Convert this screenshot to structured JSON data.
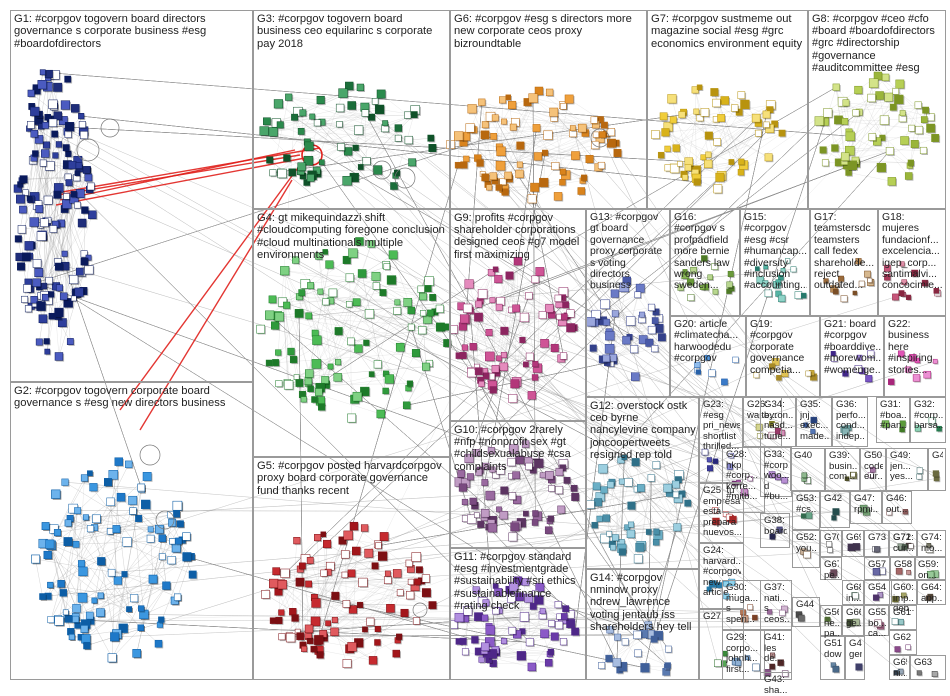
{
  "groups": [
    {
      "id": "G1",
      "label": "G1: #corpgov togovern board directors governance s corporate business #esg #boardofdirectors",
      "palette": [
        "#1f2d7a",
        "#2e3e9c",
        "#0a1a5c",
        "#4b5bc0",
        "#ffffff"
      ],
      "nodes": 160
    },
    {
      "id": "G2",
      "label": "G2: #corpgov togovern corporate board governance s #esg new directors business",
      "palette": [
        "#1e78c8",
        "#3b97e0",
        "#0d5ea6",
        "#6db3ec",
        "#ffffff"
      ],
      "nodes": 170
    },
    {
      "id": "G3",
      "label": "G3: #corpgov togovern board business ceo equilarinc s corporate pay 2018",
      "palette": [
        "#1b6e3a",
        "#2a8a4c",
        "#0f5229",
        "#4aa66a",
        "#ffffff"
      ],
      "nodes": 70
    },
    {
      "id": "G4",
      "label": "G4: gt mikequindazzi shift #cloudcomputing foregone conclusion #cloud multinationals multiple environments",
      "palette": [
        "#2f9a3c",
        "#4cbb55",
        "#1d7a29",
        "#7fd183",
        "#ffffff"
      ],
      "nodes": 110
    },
    {
      "id": "G5",
      "label": "G5: #corpgov posted harvardcorpgov proxy board corporate governance fund thanks recent",
      "palette": [
        "#a3161b",
        "#c62a2f",
        "#7c0f13",
        "#e05a5e",
        "#ffffff"
      ],
      "nodes": 100
    },
    {
      "id": "G6",
      "label": "G6: #corpgov #esg s directors more new corporate ceos proxy bizroundtable",
      "palette": [
        "#d9831c",
        "#efa03c",
        "#b8680f",
        "#f5c27a",
        "#ffffff"
      ],
      "nodes": 90
    },
    {
      "id": "G7",
      "label": "G7: #corpgov sustmeme out magazine social #esg #grc economics environment equity",
      "palette": [
        "#d8b21a",
        "#f0cd3a",
        "#b8930e",
        "#f6e07a",
        "#ffffff"
      ],
      "nodes": 60
    },
    {
      "id": "G8",
      "label": "G8: #corpgov #ceo #cfo #board #boardofdirectors #grc #directorship #governance #auditcommittee #esg",
      "palette": [
        "#9ab53a",
        "#b6cf55",
        "#7c9524",
        "#d3e389",
        "#ffffff"
      ],
      "nodes": 60
    },
    {
      "id": "G9",
      "label": "G9: profits #corpgov shareholder corporations designed ceos #g7 model first maximizing",
      "palette": [
        "#b3367a",
        "#cf5596",
        "#8c2560",
        "#e58bbd",
        "#ffffff"
      ],
      "nodes": 80
    },
    {
      "id": "G10",
      "label": "G10: #corpgov 2rarely #nfp #nonprofit sex #gt #childsexualabuse #csa complaints",
      "palette": [
        "#7a4a80",
        "#9a6aa0",
        "#5c3462",
        "#c09cc4",
        "#ffffff"
      ],
      "nodes": 70
    },
    {
      "id": "G11",
      "label": "G11: #corpgov standard #esg #investmentgrade #sustainability #sri ethics #sustainablefinance #rating check",
      "palette": [
        "#6a3aa8",
        "#8b5ac7",
        "#4e2788",
        "#b290e0",
        "#ffffff"
      ],
      "nodes": 70
    },
    {
      "id": "G12",
      "label": "G12: overstock ostk ceo byrne nancylevine company joncoopertweets resigned rep told",
      "palette": [
        "#4a8fa8",
        "#6aafc6",
        "#2f7088",
        "#9ccfe0",
        "#ffffff"
      ],
      "nodes": 50
    },
    {
      "id": "G13",
      "label": "G13: #corpgov gt board governance proxy corporate s voting directors business",
      "palette": [
        "#4a5aa8",
        "#6a7ac6",
        "#33408a",
        "#9aa6dc",
        "#ffffff"
      ],
      "nodes": 40
    },
    {
      "id": "G14",
      "label": "G14: #corpgov nminow proxy ndrew_lawrence voting jentaub iss shareholders hey tell",
      "palette": [
        "#5a7ab0",
        "#7a98cc",
        "#40609a",
        "#a8bde0",
        "#ffffff"
      ],
      "nodes": 20
    },
    {
      "id": "G15",
      "label": "G15: #corpgov #esg #csr #humancap... #diversity #inclusion #accounting...",
      "palette": [
        "#3a9a8a",
        "#55b5a5",
        "#267a6c",
        "#8fd3c8",
        "#ffffff"
      ],
      "nodes": 16
    },
    {
      "id": "G16",
      "label": "G16: #corpgov s profpadfield more bernie sanders law wrong sweden...",
      "palette": [
        "#6a9a3a",
        "#88b555",
        "#4e7a26",
        "#b8d68f",
        "#ffffff"
      ],
      "nodes": 16
    },
    {
      "id": "G17",
      "label": "G17: teamstersdc teamsters call fedex shareholde... reject outdated...",
      "palette": [
        "#9a6a3a",
        "#b58855",
        "#7a4e26",
        "#d6b88f",
        "#ffffff"
      ],
      "nodes": 12
    },
    {
      "id": "G18",
      "label": "G18: mujeres fundacionf... excelencia... igep_corp... santimalvi... concocimie...",
      "palette": [
        "#a83a5a",
        "#c6557a",
        "#882640",
        "#e08fa8",
        "#ffffff"
      ],
      "nodes": 12
    },
    {
      "id": "G19",
      "label": "G19: #corpgov corporate governance competia...",
      "palette": [
        "#c8a83a",
        "#e0c255",
        "#a88a26",
        "#ecd98f",
        "#ffffff"
      ],
      "nodes": 8
    },
    {
      "id": "G20",
      "label": "G20: article #climatecha... harwoodedu #corpgov",
      "palette": [
        "#3a7ac8",
        "#559ae0",
        "#2660a8",
        "#8fbcec",
        "#ffffff"
      ],
      "nodes": 8
    },
    {
      "id": "G21",
      "label": "G21: board #corpgov #boarddive... #morewom... #womenge...",
      "palette": [
        "#5a3aa8",
        "#7a55c6",
        "#402688",
        "#a88fe0",
        "#ffffff"
      ],
      "nodes": 8
    },
    {
      "id": "G22",
      "label": "G22: business here #inspiring stories...",
      "palette": [
        "#c83a9a",
        "#e055b5",
        "#a8267a",
        "#ec8fd3",
        "#ffffff"
      ],
      "nodes": 8
    },
    {
      "id": "G23",
      "label": "G23: #esg pri_news shortlist thrilled...",
      "palette": [
        "#3a3a9a",
        "#5555b5",
        "#26267a",
        "#8f8fd3",
        "#ffffff"
      ],
      "nodes": 6
    },
    {
      "id": "G24",
      "label": "G24: harvard... #corpgov new article...",
      "palette": [
        "#3a9ac8",
        "#55b5e0",
        "#267aa8",
        "#8fd3ec",
        "#ffffff"
      ],
      "nodes": 6
    },
    {
      "id": "G25",
      "label": "G25: tu empresa está prepara nuevos...",
      "palette": [
        "#c83a3a",
        "#e05555",
        "#a82626",
        "#ec8f8f",
        "#ffffff"
      ],
      "nodes": 6
    },
    {
      "id": "G26",
      "label": "G26: waite...",
      "palette": [
        "#9a9a3a",
        "#b5b555",
        "#7a7a26",
        "#d3d38f",
        "#ffffff"
      ],
      "nodes": 4
    },
    {
      "id": "G27",
      "label": "G27:",
      "palette": [
        "#3a8a3a",
        "#55a555",
        "#266a26",
        "#8fc88f",
        "#ffffff"
      ],
      "nodes": 4
    },
    {
      "id": "G28",
      "label": "G28: hkp #corp... korre... #mitb...",
      "palette": [
        "#8a3a8a",
        "#a555a5",
        "#6a266a",
        "#c88fc8",
        "#ffffff"
      ],
      "nodes": 4
    },
    {
      "id": "G29",
      "label": "G29: corpo... johnh... first...",
      "palette": [
        "#3a6a9a",
        "#5585b5",
        "#264e7a",
        "#8fb0d3",
        "#ffffff"
      ],
      "nodes": 4
    },
    {
      "id": "G30",
      "label": "G30: muga... s spen...",
      "palette": [
        "#9a5a3a",
        "#b57755",
        "#7a4026",
        "#d3a88f",
        "#ffffff"
      ],
      "nodes": 4
    },
    {
      "id": "G31",
      "label": "G31: #boa... #pan...",
      "palette": [
        "#5a9a3a",
        "#77b555",
        "#407a26",
        "#a8d38f",
        "#ffffff"
      ],
      "nodes": 3
    },
    {
      "id": "G32",
      "label": "G32: #corp... barsa...",
      "palette": [
        "#3a9a6a",
        "#55b588",
        "#267a4e",
        "#8fd3b8",
        "#ffffff"
      ],
      "nodes": 3
    },
    {
      "id": "G33",
      "label": "G33: #corp... woo... d #bu...",
      "palette": [
        "#6a3a9a",
        "#8855b5",
        "#4e267a",
        "#b88fd3",
        "#ffffff"
      ],
      "nodes": 3
    },
    {
      "id": "G34",
      "label": "G34: byron... nasd... tune...",
      "palette": [
        "#9a3a6a",
        "#b55588",
        "#7a264e",
        "#d38fb8",
        "#ffffff"
      ],
      "nodes": 3
    },
    {
      "id": "G35",
      "label": "G35: jnj exec... made...",
      "palette": [
        "#3a5a9a",
        "#5577b5",
        "#26407a",
        "#8fa8d3",
        "#ffffff"
      ],
      "nodes": 3
    },
    {
      "id": "G36",
      "label": "G36: perfo... cond... indep...",
      "palette": [
        "#6a9a9a",
        "#88b5b5",
        "#4e7a7a",
        "#b8d3d3",
        "#ffffff"
      ],
      "nodes": 3
    },
    {
      "id": "G37",
      "label": "G37: nati... s ceos...",
      "palette": [
        "#9a6a9a",
        "#b588b5",
        "#7a4e7a",
        "#d3b8d3",
        "#ffffff"
      ],
      "nodes": 3
    },
    {
      "id": "G38",
      "label": "G38: board",
      "palette": [
        "#3a3a6a",
        "#555588",
        "#26264e",
        "#8f8fb8",
        "#ffffff"
      ],
      "nodes": 3
    },
    {
      "id": "G39",
      "label": "G39: busin... com...",
      "palette": [
        "#6a6a3a",
        "#888855",
        "#4e4e26",
        "#b8b88f",
        "#ffffff"
      ],
      "nodes": 3
    },
    {
      "id": "G40",
      "label": "G40",
      "palette": [
        "#3a6a3a",
        "#558855",
        "#264e26",
        "#8fb88f",
        "#ffffff"
      ],
      "nodes": 3
    },
    {
      "id": "G41",
      "label": "G41: les dé...",
      "palette": [
        "#6a3a3a",
        "#885555",
        "#4e2626",
        "#b88f8f",
        "#ffffff"
      ],
      "nodes": 3
    },
    {
      "id": "G42",
      "label": "G42",
      "palette": [
        "#3a6a6a",
        "#558888",
        "#264e4e",
        "#8fb8b8",
        "#ffffff"
      ],
      "nodes": 2
    },
    {
      "id": "G43",
      "label": "G43: sha...",
      "palette": [
        "#6a3a6a",
        "#885588",
        "#4e264e",
        "#b88fb8",
        "#ffffff"
      ],
      "nodes": 2
    },
    {
      "id": "G44",
      "label": "G44",
      "palette": [
        "#4a4a4a",
        "#6a6a6a",
        "#333333",
        "#9a9a9a",
        "#ffffff"
      ],
      "nodes": 2
    },
    {
      "id": "G45",
      "label": "G45: gen...",
      "palette": [
        "#5a5a8a",
        "#7878a5",
        "#40406a",
        "#a8a8c8",
        "#ffffff"
      ],
      "nodes": 2
    },
    {
      "id": "G46",
      "label": "G46: out...",
      "palette": [
        "#8a5a5a",
        "#a57878",
        "#6a4040",
        "#c8a8a8",
        "#ffffff"
      ],
      "nodes": 2
    },
    {
      "id": "G47",
      "label": "G47: rpmi...",
      "palette": [
        "#5a8a5a",
        "#78a578",
        "#406a40",
        "#a8c8a8",
        "#ffffff"
      ],
      "nodes": 2
    },
    {
      "id": "G48",
      "label": "G48: ",
      "palette": [
        "#8a8a5a",
        "#a5a578",
        "#6a6a40",
        "#c8c8a8",
        "#ffffff"
      ],
      "nodes": 2
    },
    {
      "id": "G49",
      "label": "G49: jen... yes...",
      "palette": [
        "#5a8a8a",
        "#78a5a5",
        "#406a6a",
        "#a8c8c8",
        "#ffffff"
      ],
      "nodes": 2
    },
    {
      "id": "G50",
      "label": "G50: code eur...",
      "palette": [
        "#8a5a8a",
        "#a578a5",
        "#6a406a",
        "#c8a8c8",
        "#ffffff"
      ],
      "nodes": 2
    },
    {
      "id": "G51",
      "label": "G51: dow...",
      "palette": [
        "#4a6a8a",
        "#6888a5",
        "#334e6a",
        "#98b0c8",
        "#ffffff"
      ],
      "nodes": 2
    },
    {
      "id": "G52",
      "label": "G52: you...",
      "palette": [
        "#8a6a4a",
        "#a58868",
        "#6a4e33",
        "#c8b098",
        "#ffffff"
      ],
      "nodes": 2
    },
    {
      "id": "G53",
      "label": "G53: #cs...",
      "palette": [
        "#4a8a6a",
        "#68a588",
        "#336a4e",
        "#98c8b0",
        "#ffffff"
      ],
      "nodes": 2
    },
    {
      "id": "G54",
      "label": "G54",
      "palette": [
        "#6a4a8a",
        "#8868a5",
        "#4e336a",
        "#b098c8",
        "#ffffff"
      ],
      "nodes": 2
    },
    {
      "id": "G55",
      "label": "G55: bo... ca...",
      "palette": [
        "#8a4a6a",
        "#a56888",
        "#6a334e",
        "#c898b0",
        "#ffffff"
      ],
      "nodes": 2
    },
    {
      "id": "G56",
      "label": "G56: ne... pa...",
      "palette": [
        "#6a8a4a",
        "#88a568",
        "#4e6a33",
        "#b0c898",
        "#ffffff"
      ],
      "nodes": 2
    },
    {
      "id": "G57",
      "label": "G57",
      "palette": [
        "#4a4a8a",
        "#6868a5",
        "#33336a",
        "#9898c8",
        "#ffffff"
      ],
      "nodes": 2
    },
    {
      "id": "G58",
      "label": "G58",
      "palette": [
        "#8a4a4a",
        "#a56868",
        "#6a3333",
        "#c89898",
        "#ffffff"
      ],
      "nodes": 2
    },
    {
      "id": "G59",
      "label": "G59: on...",
      "palette": [
        "#4a8a4a",
        "#68a568",
        "#336a33",
        "#98c898",
        "#ffffff"
      ],
      "nodes": 2
    },
    {
      "id": "G60",
      "label": "G60: imp... deb...",
      "palette": [
        "#8a8a4a",
        "#a5a568",
        "#6a6a33",
        "#c8c898",
        "#ffffff"
      ],
      "nodes": 2
    },
    {
      "id": "G61",
      "label": "G61",
      "palette": [
        "#4a8a8a",
        "#68a5a5",
        "#336a6a",
        "#98c8c8",
        "#ffffff"
      ],
      "nodes": 2
    },
    {
      "id": "G62",
      "label": "G62",
      "palette": [
        "#8a4a8a",
        "#a568a5",
        "#6a336a",
        "#c898c8",
        "#ffffff"
      ],
      "nodes": 2
    },
    {
      "id": "G63",
      "label": "G63",
      "palette": [
        "#5a5a5a",
        "#787878",
        "#404040",
        "#a8a8a8",
        "#ffffff"
      ],
      "nodes": 2
    },
    {
      "id": "G64",
      "label": "G64: app...",
      "palette": [
        "#6a5a4a",
        "#887868",
        "#4e4033",
        "#b0a898",
        "#ffffff"
      ],
      "nodes": 2
    },
    {
      "id": "G65",
      "label": "G65: ni...",
      "palette": [
        "#4a5a6a",
        "#687888",
        "#33404e",
        "#98a8b8",
        "#ffffff"
      ],
      "nodes": 2
    },
    {
      "id": "G66",
      "label": "G66: ge...",
      "palette": [
        "#5a6a4a",
        "#788868",
        "#404e33",
        "#a8b898",
        "#ffffff"
      ],
      "nodes": 2
    },
    {
      "id": "G67",
      "label": "G67: pe...",
      "palette": [
        "#6a4a5a",
        "#886878",
        "#4e3340",
        "#b098a8",
        "#ffffff"
      ],
      "nodes": 2
    },
    {
      "id": "G68",
      "label": "G68: in...",
      "palette": [
        "#4a6a5a",
        "#688878",
        "#334e40",
        "#98b8a8",
        "#ffffff"
      ],
      "nodes": 2
    },
    {
      "id": "G69",
      "label": "G69",
      "palette": [
        "#5a4a6a",
        "#786888",
        "#40334e",
        "#a898b8",
        "#ffffff"
      ],
      "nodes": 2
    },
    {
      "id": "G70",
      "label": "G70",
      "palette": [
        "#6a6a6a",
        "#888888",
        "#4e4e4e",
        "#b8b8b8",
        "#ffffff"
      ],
      "nodes": 2
    },
    {
      "id": "G71",
      "label": "G71",
      "palette": [
        "#5a4a4a",
        "#786868",
        "#403333",
        "#a89898",
        "#ffffff"
      ],
      "nodes": 2
    },
    {
      "id": "G72",
      "label": "G72: cur...",
      "palette": [
        "#4a5a4a",
        "#687868",
        "#334033",
        "#98a898",
        "#ffffff"
      ],
      "nodes": 2
    },
    {
      "id": "G73",
      "label": "G73",
      "palette": [
        "#4a4a5a",
        "#686878",
        "#333340",
        "#9898a8",
        "#ffffff"
      ],
      "nodes": 2
    },
    {
      "id": "G74",
      "label": "G74: mo...",
      "palette": [
        "#5a5a4a",
        "#787868",
        "#404033",
        "#a8a898",
        "#ffffff"
      ],
      "nodes": 2
    }
  ],
  "colors": {
    "edge": "#8e8e8e",
    "edge_strong": "#7a1f1f",
    "highlight_edge": "#e0201c",
    "box_border": "#9a9a9a",
    "background": "#ffffff"
  }
}
